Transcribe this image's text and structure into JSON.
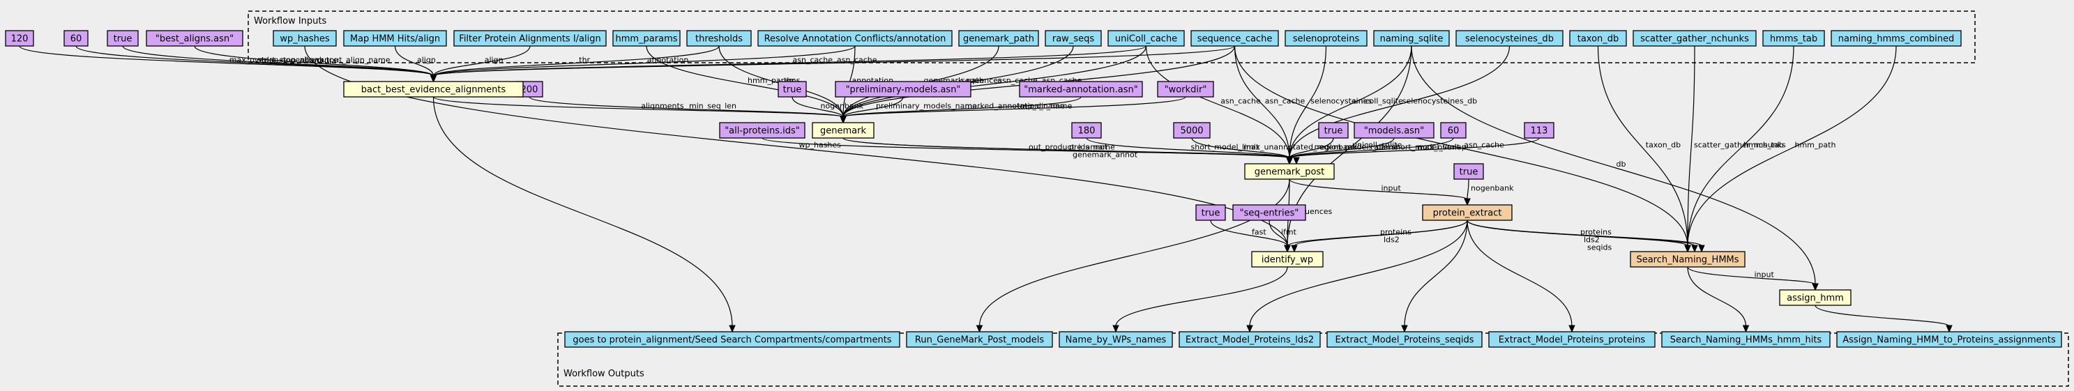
{
  "clusters": {
    "inputs": "Workflow Inputs",
    "outputs": "Workflow Outputs"
  },
  "inputs": [
    {
      "id": "wp_hashes",
      "label": "wp_hashes"
    },
    {
      "id": "map_hmm",
      "label": "Map HMM Hits/align"
    },
    {
      "id": "filter_prot",
      "label": "Filter Protein Alignments I/align"
    },
    {
      "id": "hmm_params",
      "label": "hmm_params"
    },
    {
      "id": "thresholds",
      "label": "thresholds"
    },
    {
      "id": "resolve",
      "label": "Resolve Annotation Conflicts/annotation"
    },
    {
      "id": "genemark_path",
      "label": "genemark_path"
    },
    {
      "id": "raw_seqs",
      "label": "raw_seqs"
    },
    {
      "id": "unicoll_cache",
      "label": "uniColl_cache"
    },
    {
      "id": "sequence_cache",
      "label": "sequence_cache"
    },
    {
      "id": "selenoproteins",
      "label": "selenoproteins"
    },
    {
      "id": "naming_sqlite",
      "label": "naming_sqlite"
    },
    {
      "id": "selenocysteines_db",
      "label": "selenocysteines_db"
    },
    {
      "id": "taxon_db",
      "label": "taxon_db"
    },
    {
      "id": "scatter_gather_nchunks",
      "label": "scatter_gather_nchunks"
    },
    {
      "id": "hmms_tab",
      "label": "hmms_tab"
    },
    {
      "id": "naming_hmms_combined",
      "label": "naming_hmms_combined"
    }
  ],
  "params": [
    {
      "id": "p120",
      "label": "120"
    },
    {
      "id": "p60a",
      "label": "60"
    },
    {
      "id": "ptrue1",
      "label": "true"
    },
    {
      "id": "pbest",
      "label": "\"best_aligns.asn\""
    },
    {
      "id": "p200",
      "label": "200"
    },
    {
      "id": "ptrue2",
      "label": "true"
    },
    {
      "id": "pprelim",
      "label": "\"preliminary-models.asn\""
    },
    {
      "id": "pmarked",
      "label": "\"marked-annotation.asn\""
    },
    {
      "id": "pworkdir",
      "label": "\"workdir\""
    },
    {
      "id": "pallprot",
      "label": "\"all-proteins.ids\""
    },
    {
      "id": "p180",
      "label": "180"
    },
    {
      "id": "p5000",
      "label": "5000"
    },
    {
      "id": "ptrue3",
      "label": "true"
    },
    {
      "id": "pmodels",
      "label": "\"models.asn\""
    },
    {
      "id": "p60b",
      "label": "60"
    },
    {
      "id": "p113",
      "label": "113"
    },
    {
      "id": "ptrue4",
      "label": "true"
    },
    {
      "id": "ptrue5",
      "label": "true"
    },
    {
      "id": "pseqentries",
      "label": "\"seq-entries\""
    }
  ],
  "steps": [
    {
      "id": "bact",
      "label": "bact_best_evidence_alignments"
    },
    {
      "id": "genemark",
      "label": "genemark"
    },
    {
      "id": "genemark_post",
      "label": "genemark_post"
    },
    {
      "id": "identify_wp",
      "label": "identify_wp"
    },
    {
      "id": "assign_hmm",
      "label": "assign_hmm"
    }
  ],
  "subworkflows": [
    {
      "id": "protein_extract",
      "label": "protein_extract"
    },
    {
      "id": "search_naming",
      "label": "Search_Naming_HMMs"
    }
  ],
  "outputs": [
    {
      "id": "o1",
      "label": "goes to protein_alignment/Seed Search Compartments/compartments"
    },
    {
      "id": "o2",
      "label": "Run_GeneMark_Post_models"
    },
    {
      "id": "o3",
      "label": "Name_by_WPs_names"
    },
    {
      "id": "o4",
      "label": "Extract_Model_Proteins_lds2"
    },
    {
      "id": "o5",
      "label": "Extract_Model_Proteins_seqids"
    },
    {
      "id": "o6",
      "label": "Extract_Model_Proteins_proteins"
    },
    {
      "id": "o7",
      "label": "Search_Naming_HMMs_hmm_hits"
    },
    {
      "id": "o8",
      "label": "Assign_Naming_HMM_to_Proteins_assignments"
    }
  ],
  "edges": [
    {
      "from": "p120",
      "to": "bact",
      "label": "max_overlap"
    },
    {
      "from": "p60a",
      "to": "bact",
      "label": "start_stop_allowance"
    },
    {
      "from": "ptrue1",
      "to": "bact",
      "label": "nogenbank"
    },
    {
      "from": "pbest",
      "to": "bact",
      "label": "output_align_name"
    },
    {
      "from": "map_hmm",
      "to": "bact",
      "label": "align"
    },
    {
      "from": "filter_prot",
      "to": "bact",
      "label": "align"
    },
    {
      "from": "thresholds",
      "to": "bact",
      "label": "thr"
    },
    {
      "from": "resolve",
      "to": "bact",
      "label": "annotation"
    },
    {
      "from": "unicoll_cache",
      "to": "bact",
      "label": "asn_cache"
    },
    {
      "from": "sequence_cache",
      "to": "bact",
      "label": "asn_cache"
    },
    {
      "from": "bact",
      "to": "genemark",
      "label": "alignments"
    },
    {
      "from": "bact",
      "to": "o1",
      "label": ""
    },
    {
      "from": "p200",
      "to": "genemark",
      "label": "min_seq_len"
    },
    {
      "from": "hmm_params",
      "to": "genemark",
      "label": "hmm_params"
    },
    {
      "from": "genemark_path",
      "to": "genemark",
      "label": "genemark_path"
    },
    {
      "from": "raw_seqs",
      "to": "genemark",
      "label": "sequences"
    },
    {
      "from": "unicoll_cache",
      "to": "genemark",
      "label": "asn_cache"
    },
    {
      "from": "ptrue2",
      "to": "genemark",
      "label": "nogenbank"
    },
    {
      "from": "thresholds",
      "to": "genemark",
      "label": "thr"
    },
    {
      "from": "pprelim",
      "to": "genemark",
      "label": "preliminary_models_name"
    },
    {
      "from": "sequence_cache",
      "to": "genemark",
      "label": "asn_cache"
    },
    {
      "from": "pmarked",
      "to": "genemark",
      "label": "marked_annotation_name"
    },
    {
      "from": "pworkdir",
      "to": "genemark",
      "label": "tmp_dir_name"
    },
    {
      "from": "resolve",
      "to": "genemark",
      "label": "annotation"
    },
    {
      "from": "pallprot",
      "to": "genemark_post",
      "label": "out_product_ids_name"
    },
    {
      "from": "genemark",
      "to": "genemark_post",
      "label": "pre_annot"
    },
    {
      "from": "genemark",
      "to": "genemark_post",
      "label": "genemark_annot"
    },
    {
      "from": "p180",
      "to": "genemark_post",
      "label": "short_model_limit"
    },
    {
      "from": "p5000",
      "to": "genemark_post",
      "label": "max_unannotated_region"
    },
    {
      "from": "unicoll_cache",
      "to": "genemark_post",
      "label": "asn_cache"
    },
    {
      "from": "sequence_cache",
      "to": "genemark_post",
      "label": "asn_cache"
    },
    {
      "from": "selenoproteins",
      "to": "genemark_post",
      "label": "selenocysteines"
    },
    {
      "from": "naming_sqlite",
      "to": "genemark_post",
      "label": "unicoll_sqlite"
    },
    {
      "from": "selenocysteines_db",
      "to": "genemark_post",
      "label": "selenocysteines_db"
    },
    {
      "from": "ptrue3",
      "to": "genemark_post",
      "label": "nogenbank"
    },
    {
      "from": "pmodels",
      "to": "genemark_post",
      "label": "models_name"
    },
    {
      "from": "p60b",
      "to": "genemark_post",
      "label": "abs_short_model_limit"
    },
    {
      "from": "p113",
      "to": "genemark_post",
      "label": "max_overlap"
    },
    {
      "from": "genemark_post",
      "to": "protein_extract",
      "label": "input"
    },
    {
      "from": "genemark_post",
      "to": "identify_wp",
      "label": "sequences"
    },
    {
      "from": "genemark_post",
      "to": "o2",
      "label": ""
    },
    {
      "from": "ptrue4",
      "to": "protein_extract",
      "label": "nogenbank"
    },
    {
      "from": "ptrue5",
      "to": "identify_wp",
      "label": "fast"
    },
    {
      "from": "pseqentries",
      "to": "identify_wp",
      "label": "ifmt"
    },
    {
      "from": "wp_hashes",
      "to": "identify_wp",
      "label": "wp_hashes"
    },
    {
      "from": "naming_sqlite",
      "to": "identify_wp",
      "label": "unicoll_sqlite"
    },
    {
      "from": "protein_extract",
      "to": "identify_wp",
      "label": "proteins"
    },
    {
      "from": "protein_extract",
      "to": "identify_wp",
      "label": "lds2"
    },
    {
      "from": "identify_wp",
      "to": "o3",
      "label": ""
    },
    {
      "from": "protein_extract",
      "to": "o4",
      "label": ""
    },
    {
      "from": "protein_extract",
      "to": "o5",
      "label": ""
    },
    {
      "from": "protein_extract",
      "to": "o6",
      "label": ""
    },
    {
      "from": "protein_extract",
      "to": "search_naming",
      "label": "proteins"
    },
    {
      "from": "protein_extract",
      "to": "search_naming",
      "label": "lds2"
    },
    {
      "from": "protein_extract",
      "to": "search_naming",
      "label": "seqids"
    },
    {
      "from": "sequence_cache",
      "to": "search_naming",
      "label": "asn_cache"
    },
    {
      "from": "taxon_db",
      "to": "search_naming",
      "label": "taxon_db"
    },
    {
      "from": "scatter_gather_nchunks",
      "to": "search_naming",
      "label": "scatter_gather_nchunks"
    },
    {
      "from": "hmms_tab",
      "to": "search_naming",
      "label": "hmms_tab"
    },
    {
      "from": "naming_hmms_combined",
      "to": "search_naming",
      "label": "hmm_path"
    },
    {
      "from": "naming_sqlite",
      "to": "assign_hmm",
      "label": "db"
    },
    {
      "from": "search_naming",
      "to": "assign_hmm",
      "label": "input"
    },
    {
      "from": "search_naming",
      "to": "o7",
      "label": ""
    },
    {
      "from": "assign_hmm",
      "to": "o8",
      "label": ""
    }
  ]
}
